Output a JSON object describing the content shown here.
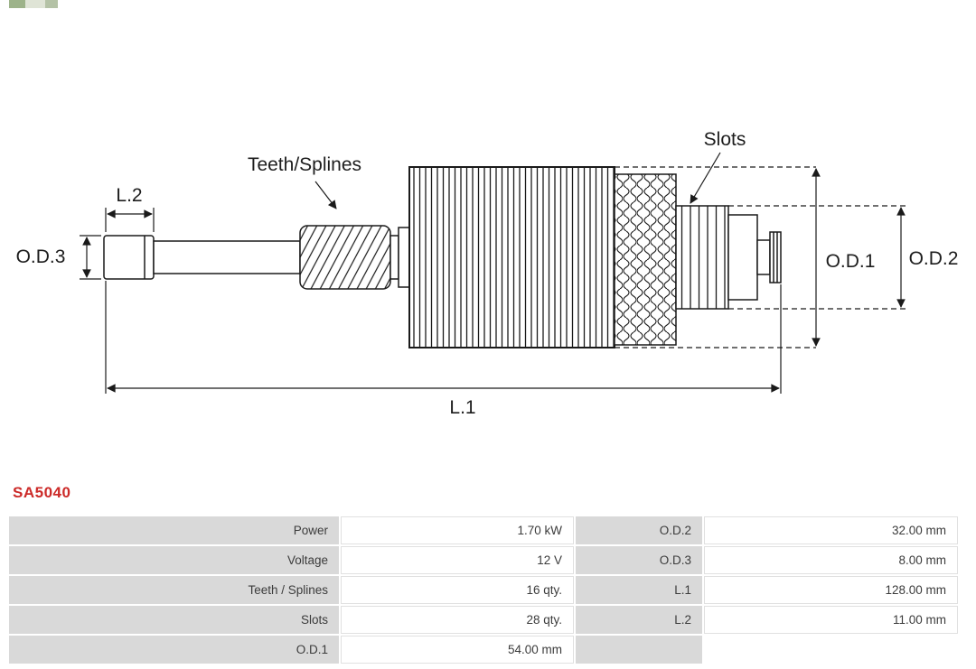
{
  "part": {
    "number": "SA5040"
  },
  "diagram": {
    "labels": {
      "teeth_splines": "Teeth/Splines",
      "slots": "Slots",
      "l1": "L.1",
      "l2": "L.2",
      "od1": "O.D.1",
      "od2": "O.D.2",
      "od3": "O.D.3"
    }
  },
  "colors": {
    "part_number": "#cc2a28",
    "table_label_bg": "#d9d9d9",
    "drawing_line": "#1a1a1a"
  },
  "table": {
    "rows": [
      {
        "label1": "Power",
        "value1": "1.70 kW",
        "label2": "O.D.2",
        "value2": "32.00 mm"
      },
      {
        "label1": "Voltage",
        "value1": "12 V",
        "label2": "O.D.3",
        "value2": "8.00 mm"
      },
      {
        "label1": "Teeth / Splines",
        "value1": "16 qty.",
        "label2": "L.1",
        "value2": "128.00 mm"
      },
      {
        "label1": "Slots",
        "value1": "28 qty.",
        "label2": "L.2",
        "value2": "11.00 mm"
      },
      {
        "label1": "O.D.1",
        "value1": "54.00 mm",
        "label2": "",
        "value2": ""
      }
    ]
  }
}
